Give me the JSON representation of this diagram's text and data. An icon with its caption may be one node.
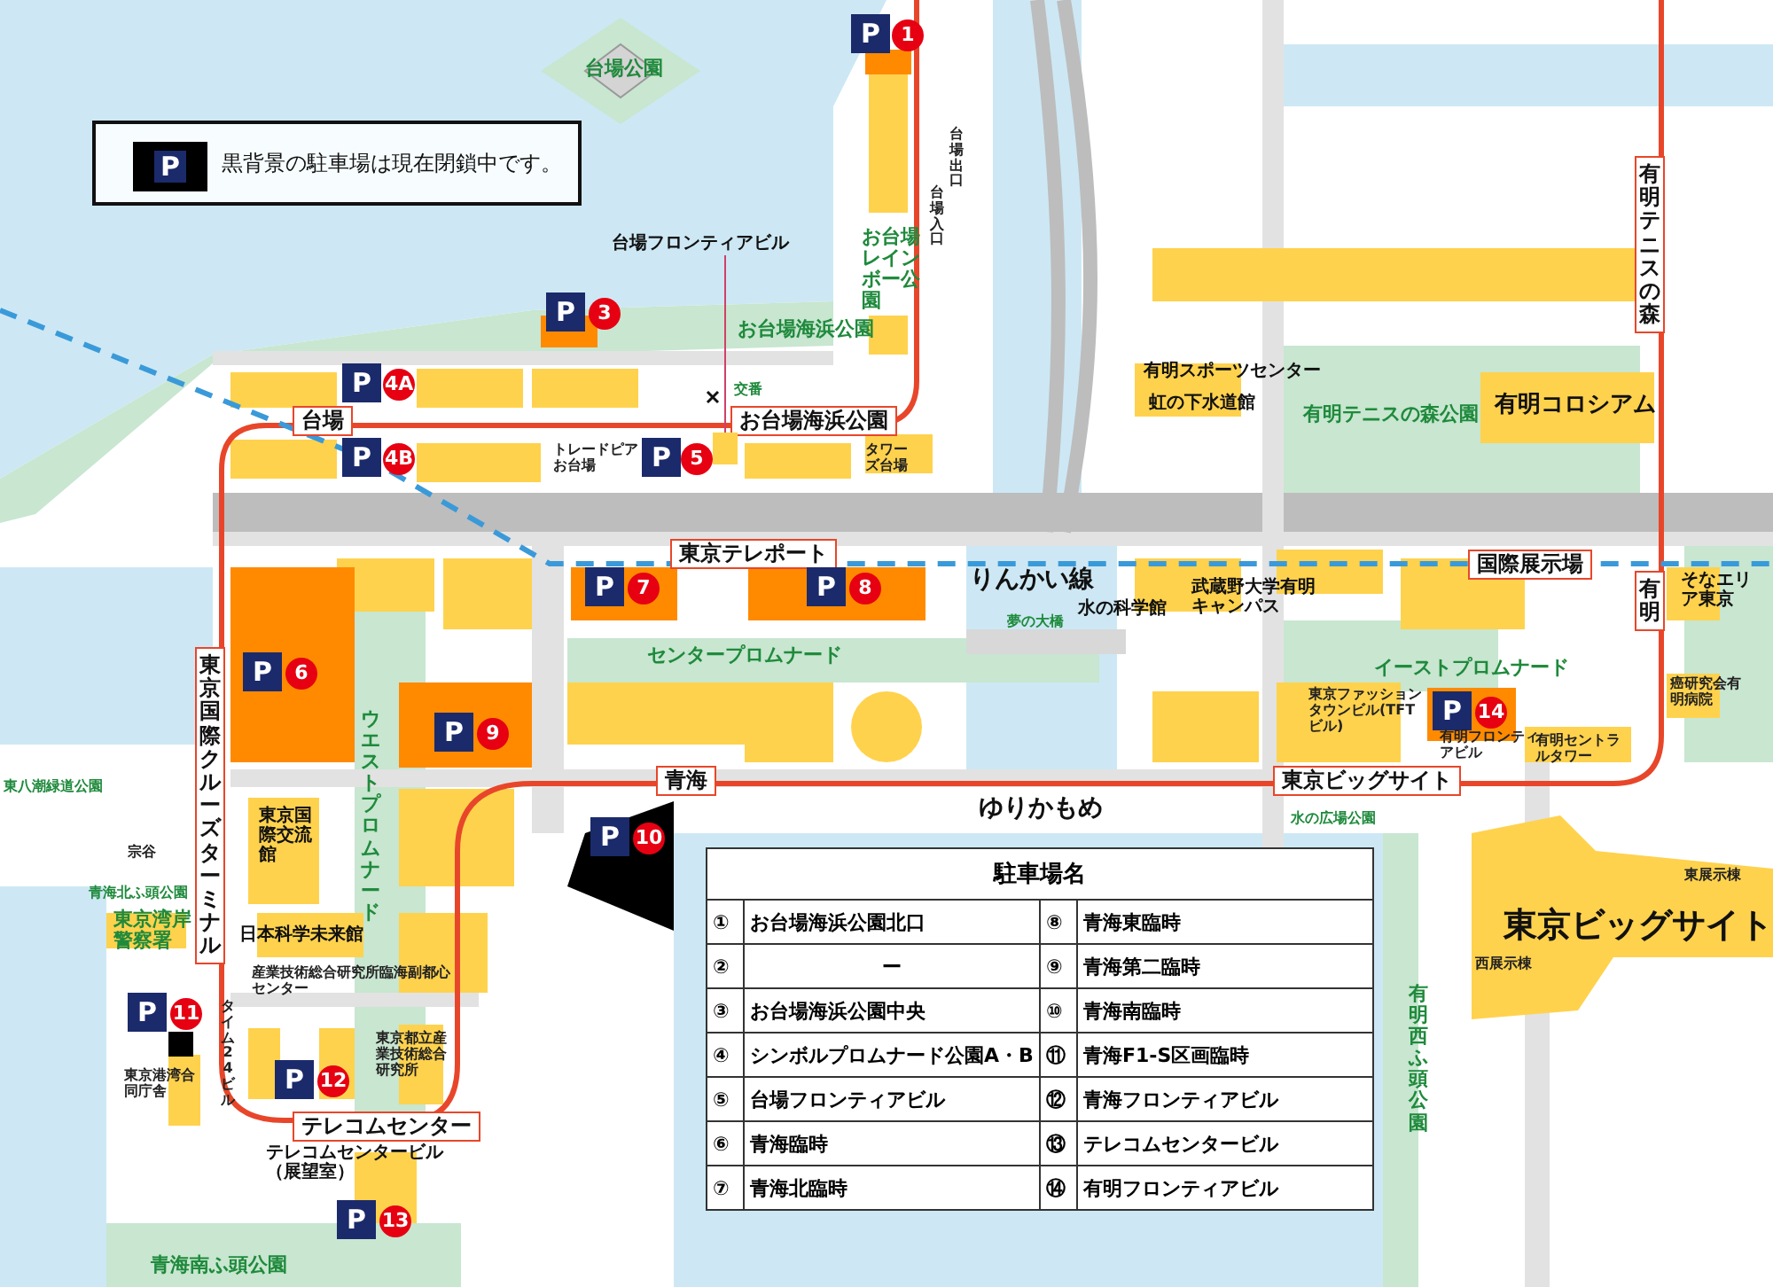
{
  "diagram": {
    "nodes": [
      {
        "text": [
          "台場フロンティアビル"
        ]
      },
      {
        "text": [],
        "shape": "box"
      }
    ],
    "edges": [
      {
        "from": 0,
        "to": 1,
        "arrow": "none"
      }
    ],
    "labels": [
      "P",
      "黒背景の駐車場は現在閉鎖中です。",
      "台場公園",
      "P",
      "1",
      "台場出口",
      "台場入口",
      "お台場レインボー公園",
      "有明テニスの森",
      "P",
      "3",
      "お台場海浜公園",
      "P",
      "4A",
      "交番",
      "台場",
      "お台場海浜公園",
      "有明スポーツセンター",
      "虹の下水道館",
      "有明テニスの森公園",
      "有明コロシアム",
      "P",
      "4B",
      "トレードピアお台場",
      "P",
      "5",
      "タワーズ台場",
      "東京テレポート",
      "国際展示場",
      "有明",
      "P",
      "7",
      "P",
      "8",
      "りんかい線",
      "水の科学館",
      "武蔵野大学有明キャンパス",
      "夢の大橋",
      "そなエリア東京",
      "P",
      "6",
      "センタープロムナード",
      "イーストプロムナード",
      "東京国際クルーズターミナル",
      "ウエストプロムナード",
      "P",
      "9",
      "東京ファッションタウンビル(TFTビル)",
      "P",
      "14",
      "有明フロンティアビル",
      "有明セントラルタワー",
      "癌研究会有明病院",
      "東八潮緑道公園",
      "青海",
      "東京ビッグサイト",
      "P",
      "10",
      "ゆりかもめ",
      "水の広場公園",
      "東京国際交流館",
      "宗谷",
      "青海北ふ頭公園",
      "東京湾岸警察署",
      "東京ビッグサイト",
      "西展示棟",
      "東展示棟",
      "日本科学未来館",
      "産業技術総合研究所臨海副都心センター",
      "有明西ふ頭公園",
      "P",
      "11",
      "タイム24ビル",
      "東京港湾合同庁舎",
      "P",
      "12",
      "東京都立産業技術総合研究所",
      "テレコムセンター",
      "テレコムセンタービル（展望室）",
      "P",
      "13",
      "青海南ふ頭公園",
      "駐車場名",
      "①",
      "お台場海浜公園北口",
      "⑧",
      "青海東臨時",
      "②",
      "ー",
      "⑨",
      "青海第二臨時",
      "③",
      "お台場海浜公園中央",
      "⑩",
      "青海南臨時",
      "④",
      "シンボルプロムナード公園A・B",
      "⑪",
      "青海F1-S区画臨時",
      "⑤",
      "台場フロンティアビル",
      "⑫",
      "青海フロンティアビル",
      "⑥",
      "青海臨時",
      "⑬",
      "テレコムセンタービル",
      "⑦",
      "青海北臨時",
      "⑭",
      "有明フロンティアビル"
    ]
  }
}
